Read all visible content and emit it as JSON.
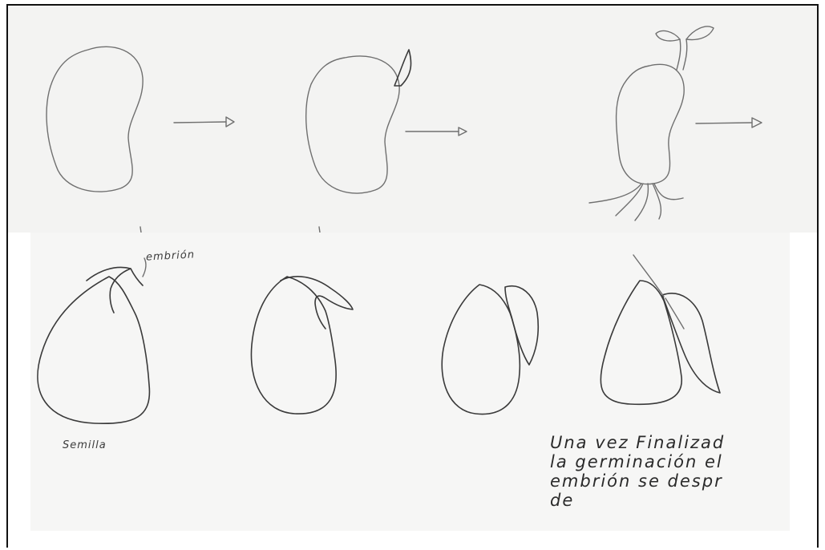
{
  "labels": {
    "embrion": "embrión",
    "semilla": "Semilla"
  },
  "note": {
    "line1": "Una vez Finalizad",
    "line2": "la germinación el",
    "line3": "embrión se despr",
    "line4": "de"
  }
}
